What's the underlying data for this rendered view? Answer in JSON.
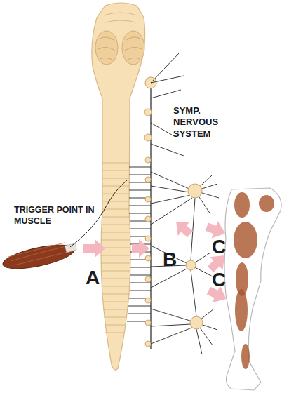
{
  "diagram": {
    "labels": [
      "SYMP. NERVOUS SYSTEM",
      "TRIGGER POINT IN MUSCLE",
      "A",
      "B",
      "C",
      "C"
    ]
  }
}
